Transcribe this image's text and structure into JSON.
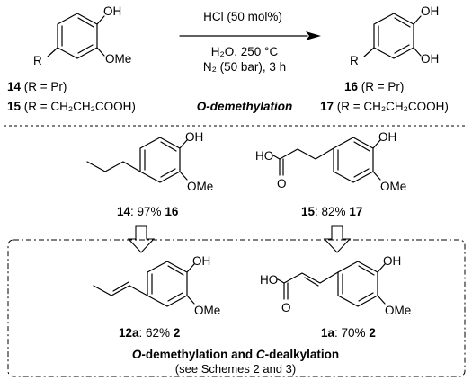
{
  "reaction": {
    "reagent_line1": "HCl (50 mol%)",
    "reagent_line2": "H₂O, 250 °C",
    "reagent_line3": "N₂ (50 bar), 3 h",
    "process_label": "O-demethylation"
  },
  "substituent_labels": {
    "r": "R",
    "oh": "OH",
    "ome": "OMe",
    "ho": "HO",
    "o": "O"
  },
  "starting_materials": [
    {
      "id": "14",
      "definition": " (R = Pr)"
    },
    {
      "id": "15",
      "definition": " (R = CH₂CH₂COOH)"
    }
  ],
  "demethylated_products": [
    {
      "id": "16",
      "definition": " (R = Pr)"
    },
    {
      "id": "17",
      "definition": " (R = CH₂CH₂COOH)"
    }
  ],
  "first_step_results": [
    {
      "substrate": "14",
      "yield_text": ": 97% ",
      "product": "16"
    },
    {
      "substrate": "15",
      "yield_text": ": 82% ",
      "product": "17"
    }
  ],
  "second_step_results": [
    {
      "product": "12a",
      "yield_text": ": 62% ",
      "final": "2"
    },
    {
      "product": "1a",
      "yield_text": ": 70% ",
      "final": "2"
    }
  ],
  "combined_process": {
    "label_italic": "O",
    "label_rest": "-demethylation and ",
    "label_italic_2": "C",
    "label_rest_2": "-dealkylation",
    "note": "(see Schemes 2 and 3)"
  }
}
